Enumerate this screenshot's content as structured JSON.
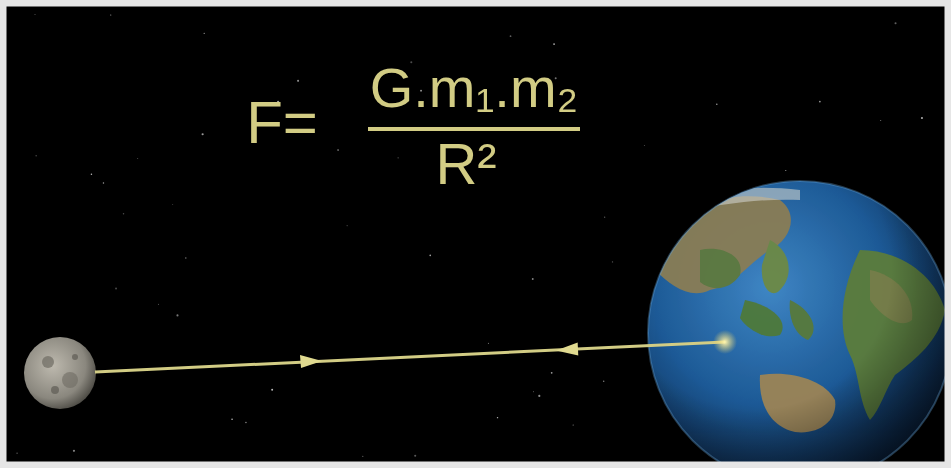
{
  "diagram": {
    "labels": [
      "F=",
      "G.m₁.m₂",
      "R²"
    ]
  }
}
